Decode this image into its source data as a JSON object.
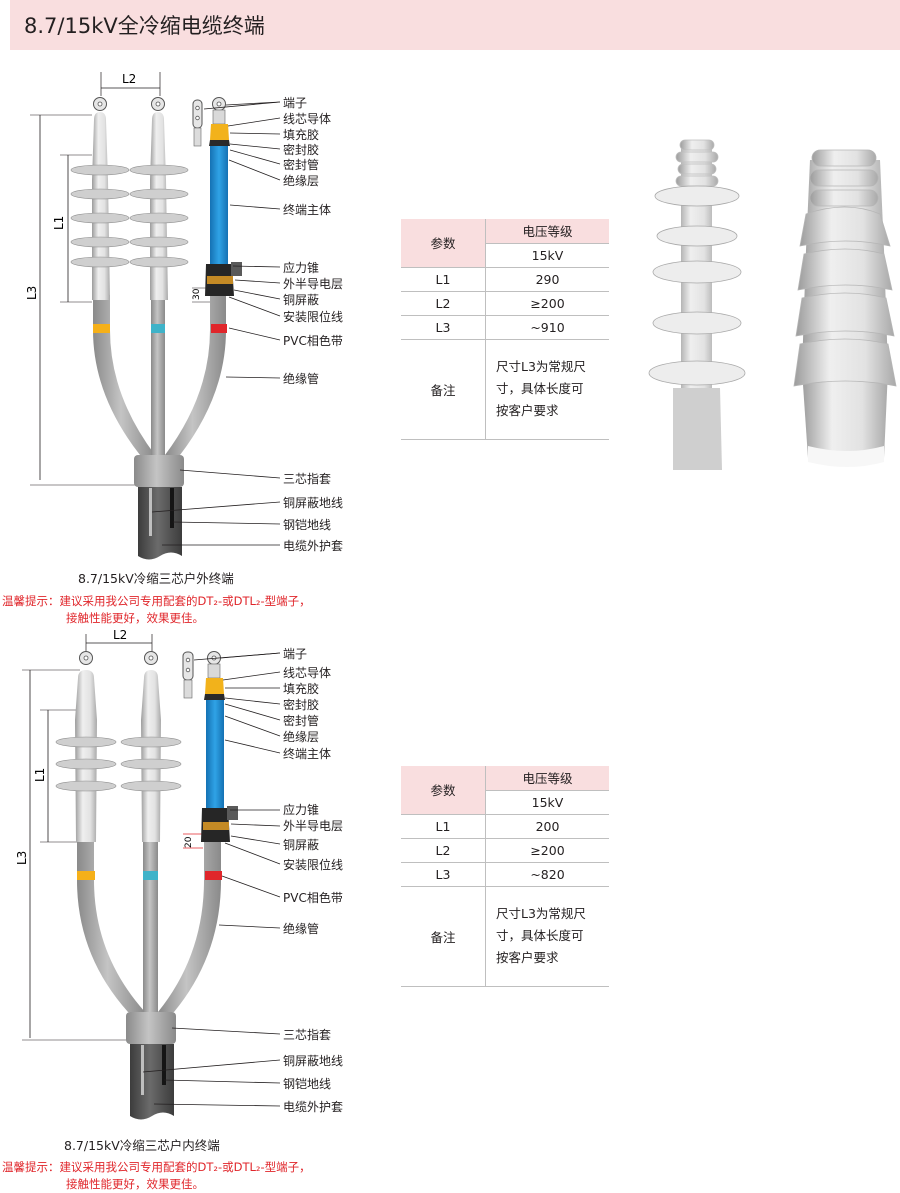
{
  "header": {
    "title": "8.7/15kV全冷缩电缆终端"
  },
  "outdoor": {
    "caption": "8.7/15kV冷缩三芯户外终端",
    "dims": {
      "l1": "L1",
      "l2": "L2",
      "l3": "L3",
      "small": "30"
    },
    "labels": [
      "端子",
      "线芯导体",
      "填充胶",
      "密封胶",
      "密封管",
      "绝缘层",
      "终端主体",
      "应力锥",
      "外半导电层",
      "铜屏蔽",
      "安装限位线",
      "PVC相色带",
      "绝缘管",
      "三芯指套",
      "铜屏蔽地线",
      "钢铠地线",
      "电缆外护套"
    ],
    "table": {
      "param": "参数",
      "voltage": "电压等级",
      "level": "15kV",
      "rows": [
        {
          "k": "L1",
          "v": "290"
        },
        {
          "k": "L2",
          "v": "≥200"
        },
        {
          "k": "L3",
          "v": "~910"
        }
      ],
      "note_label": "备注",
      "note": [
        "尺寸L3为常规尺",
        "寸，具体长度可",
        "按客户要求"
      ]
    }
  },
  "indoor": {
    "caption": "8.7/15kV冷缩三芯户内终端",
    "dims": {
      "l1": "L1",
      "l2": "L2",
      "l3": "L3",
      "small": "20"
    },
    "labels": [
      "端子",
      "线芯导体",
      "填充胶",
      "密封胶",
      "密封管",
      "绝缘层",
      "终端主体",
      "应力锥",
      "外半导电层",
      "铜屏蔽",
      "安装限位线",
      "PVC相色带",
      "绝缘管",
      "三芯指套",
      "铜屏蔽地线",
      "钢铠地线",
      "电缆外护套"
    ],
    "table": {
      "param": "参数",
      "voltage": "电压等级",
      "level": "15kV",
      "rows": [
        {
          "k": "L1",
          "v": "200"
        },
        {
          "k": "L2",
          "v": "≥200"
        },
        {
          "k": "L3",
          "v": "~820"
        }
      ],
      "note_label": "备注",
      "note": [
        "尺寸L3为常规尺",
        "寸，具体长度可",
        "按客户要求"
      ]
    }
  },
  "tip": {
    "line1": "温馨提示：建议采用我公司专用配套的DT₂-或DTL₂-型端子，",
    "line2": "接触性能更好，效果更佳。"
  },
  "colors": {
    "yellow": "#f5b019",
    "cyan": "#3fb3c9",
    "red": "#e0262b",
    "blue": "#1f8fd2",
    "grey": "#a6a6a6",
    "dark": "#58595b"
  }
}
